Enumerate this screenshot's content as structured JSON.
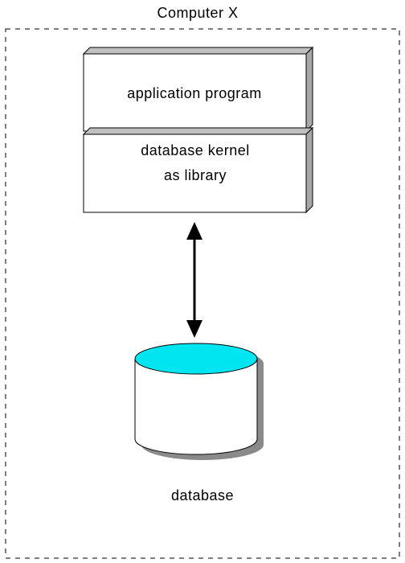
{
  "diagram": {
    "title": "Computer X",
    "top_box": {
      "label": "application program"
    },
    "bottom_box": {
      "line1": "database kernel",
      "line2": "as library"
    },
    "database": {
      "label": "database"
    },
    "colors": {
      "box_fill": "#ffffff",
      "box_depth": "#c0c0c0",
      "box_depth_dark": "#a8a8a8",
      "db_top": "#00e5f0",
      "db_shadow": "#8a8a8a",
      "stroke": "#000000"
    }
  }
}
